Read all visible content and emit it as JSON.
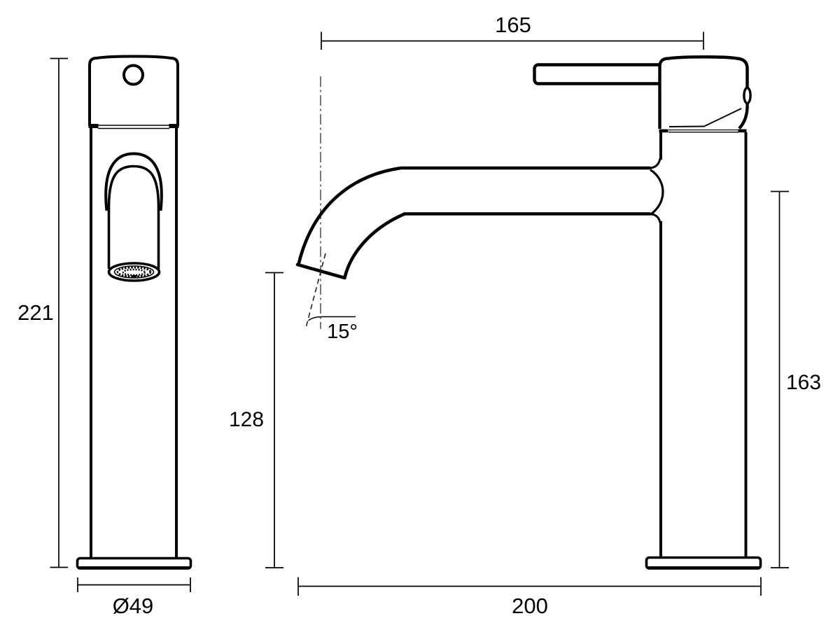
{
  "drawing": {
    "background": "#ffffff",
    "line_color": "#000000",
    "views": {
      "front": {
        "labels": {
          "overall_height": "221",
          "base_diameter": "Ø49"
        }
      },
      "side": {
        "labels": {
          "spout_reach": "165",
          "spout_angle": "15°",
          "spout_outlet_height": "128",
          "spout_top_height": "163",
          "base_depth": "200"
        }
      }
    }
  }
}
